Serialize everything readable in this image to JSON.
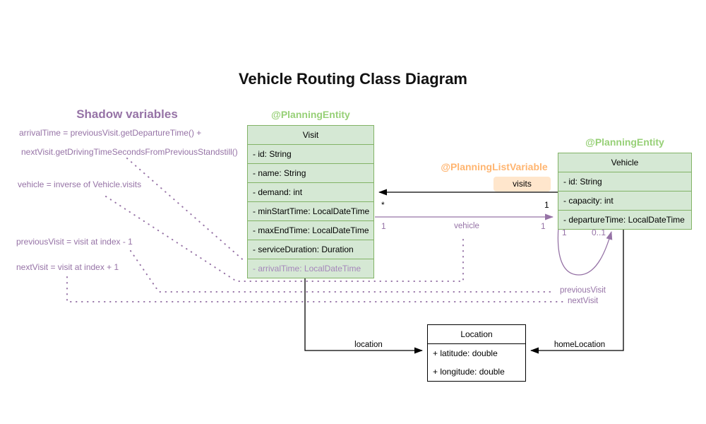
{
  "title": "Vehicle Routing Class Diagram",
  "shadow_panel": {
    "heading": "Shadow variables",
    "arrival_formula_line1": "arrivalTime = previousVisit.getDepartureTime() +",
    "arrival_formula_line2": "nextVisit.getDrivingTimeSecondsFromPreviousStandstill()",
    "vehicle_formula": "vehicle = inverse of Vehicle.visits",
    "previous_visit_formula": "previousVisit = visit at index - 1",
    "next_visit_formula": "nextVisit = visit at index + 1"
  },
  "visit_class": {
    "annotation": "@PlanningEntity",
    "name": "Visit",
    "fields": [
      "- id: String",
      "- name: String",
      "- demand: int",
      "- minStartTime: LocalDateTime",
      "- maxEndTime: LocalDateTime",
      "- serviceDuration: Duration"
    ],
    "shadow_field": "- arrivalTime: LocalDateTime"
  },
  "vehicle_class": {
    "annotation": "@PlanningEntity",
    "name": "Vehicle",
    "fields": [
      "- id: String",
      "- capacity: int",
      "- departureTime: LocalDateTime"
    ]
  },
  "location_class": {
    "name": "Location",
    "fields": [
      "+ latitude: double",
      "+ longitude: double"
    ]
  },
  "relationships": {
    "visits": {
      "annotation": "@PlanningListVariable",
      "label": "visits",
      "target_multiplicity": "*",
      "source_multiplicity": "1"
    },
    "vehicle": {
      "label": "vehicle",
      "left_multiplicity": "1",
      "right_multiplicity": "1"
    },
    "location": {
      "label": "location"
    },
    "home_location": {
      "label": "homeLocation"
    },
    "visit_chain": {
      "left_multiplicity": "1",
      "right_multiplicity": "0..1",
      "previous_label": "previousVisit",
      "next_label": "nextVisit"
    }
  },
  "colors": {
    "entity_fill": "#d5e8d4",
    "entity_border": "#82b366",
    "entity_annotation": "#97d077",
    "list_variable_annotation": "#ffb570",
    "visits_badge_fill": "#ffe6cc",
    "shadow_purple": "#9673a6",
    "shadow_field_text": "#a586bb",
    "plain_black": "#000000"
  }
}
